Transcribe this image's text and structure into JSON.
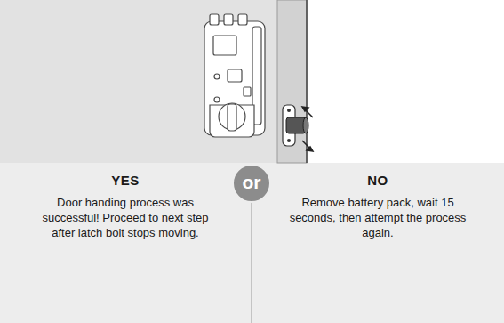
{
  "diagram": {
    "nodes": [
      {
        "text": [
          "YES",
          "Door handing process was successful! Proceed to next step after latch bolt stops moving."
        ]
      },
      {
        "text": [
          "or"
        ]
      },
      {
        "text": [
          "NO",
          "Remove battery pack, wait 15 seconds, then attempt the process again."
        ]
      }
    ]
  }
}
